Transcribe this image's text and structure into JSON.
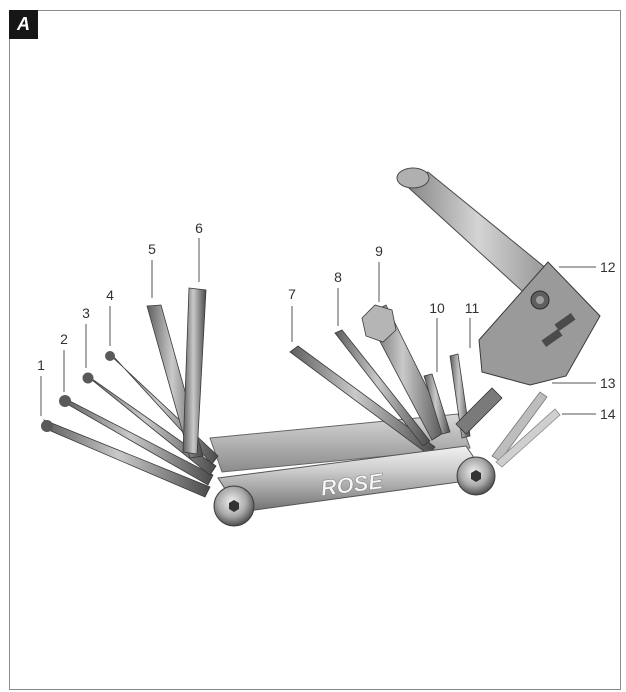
{
  "panel": {
    "letter": "A"
  },
  "product": {
    "brand_text": "ROSE"
  },
  "callouts": {
    "c1": "1",
    "c2": "2",
    "c3": "3",
    "c4": "4",
    "c5": "5",
    "c6": "6",
    "c7": "7",
    "c8": "8",
    "c9": "9",
    "c10": "10",
    "c11": "11",
    "c12": "12",
    "c13": "13",
    "c14": "14"
  }
}
